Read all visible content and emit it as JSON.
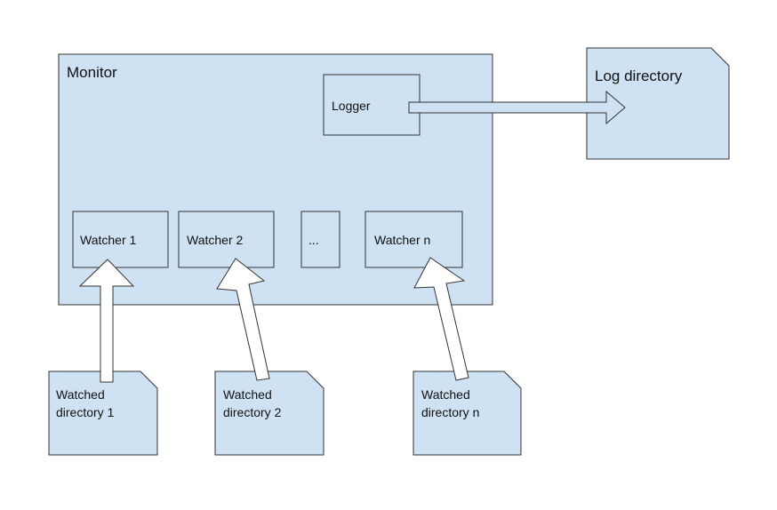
{
  "colors": {
    "box_fill": "#cfe2f3",
    "stroke": "#333333",
    "arrow_fill": "#ffffff",
    "text": "#111111"
  },
  "monitor": {
    "label": "Monitor"
  },
  "logger": {
    "label": "Logger"
  },
  "log_directory": {
    "label": "Log directory"
  },
  "watchers": [
    {
      "label": "Watcher 1"
    },
    {
      "label": "Watcher 2"
    },
    {
      "label": "..."
    },
    {
      "label": "Watcher n"
    }
  ],
  "watched_directories": [
    {
      "line1": "Watched",
      "line2": "directory 1"
    },
    {
      "line1": "Watched",
      "line2": "directory 2"
    },
    {
      "line1": "Watched",
      "line2": "directory n"
    }
  ]
}
